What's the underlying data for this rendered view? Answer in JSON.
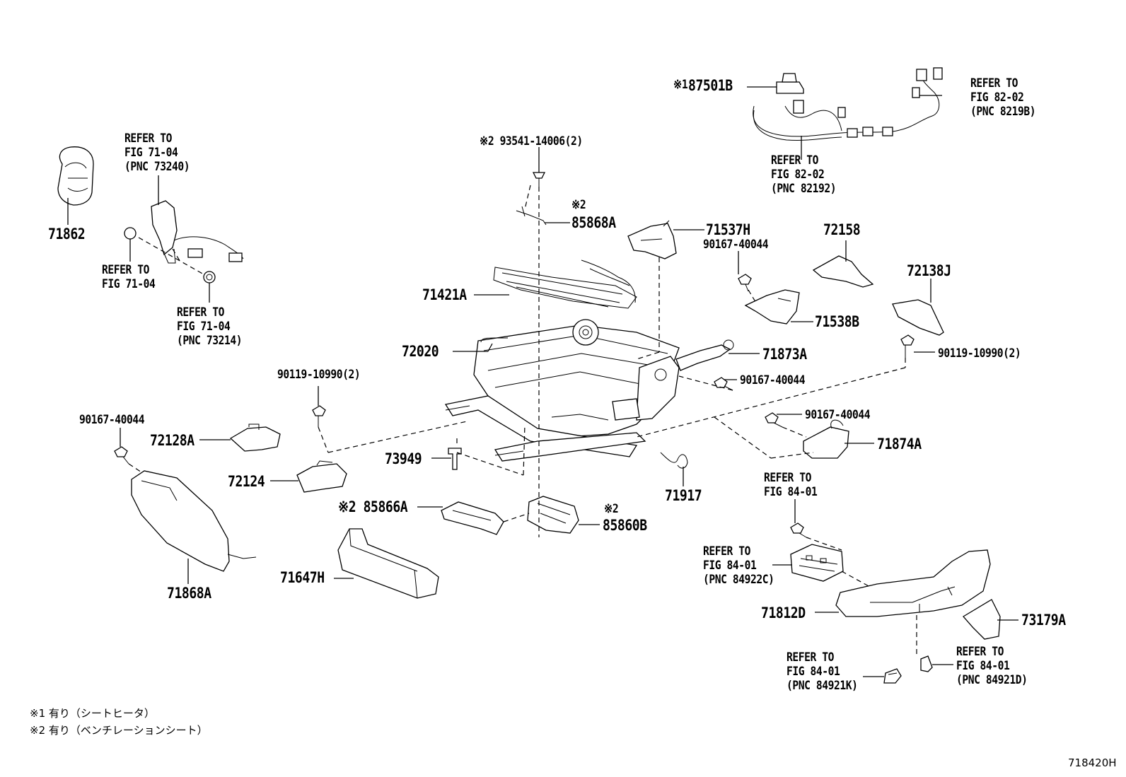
{
  "diagram": {
    "figure_code": "718420H",
    "notes": [
      "※1 有り（シートヒータ）",
      "※2 有り（ベンチレーションシート）"
    ],
    "refs": {
      "r87501b_mark": "※1",
      "r87501b": "87501B",
      "ref_82_02_b": [
        "REFER TO",
        "FIG 82-02",
        "(PNC 8219B)"
      ],
      "ref_82_02_main": [
        "REFER TO",
        "FIG 82-02",
        "(PNC 82192)"
      ],
      "ref_71_04_73240": [
        "REFER TO",
        "FIG 71-04",
        "(PNC 73240)"
      ],
      "ref_71_04_plain": [
        "REFER TO",
        "FIG 71-04"
      ],
      "ref_71_04_73214": [
        "REFER TO",
        "FIG 71-04",
        "(PNC 73214)"
      ],
      "ref_84_01_plain": [
        "REFER TO",
        "FIG 84-01"
      ],
      "ref_84_01_84922c": [
        "REFER TO",
        "FIG 84-01",
        "(PNC 84922C)"
      ],
      "ref_84_01_84921k": [
        "REFER TO",
        "FIG 84-01",
        "(PNC 84921K)"
      ],
      "ref_84_01_84921d": [
        "REFER TO",
        "FIG 84-01",
        "(PNC 84921D)"
      ]
    },
    "parts": {
      "p93541": "※2 93541-14006(2)",
      "p85868a_mark": "※2",
      "p85868a": "85868A",
      "p71537h": "71537H",
      "p72158": "72158",
      "p90167_a": "90167-40044",
      "p72138j": "72138J",
      "p71862": "71862",
      "p71421a": "71421A",
      "p71538b": "71538B",
      "p72020": "72020",
      "p71873a": "71873A",
      "p90119_b": "90119-10990(2)",
      "p90167_b": "90167-40044",
      "p90119_a": "90119-10990(2)",
      "p90167_c": "90167-40044",
      "p90167_d": "90167-40044",
      "p72128a": "72128A",
      "p71874a": "71874A",
      "p73949": "73949",
      "p72124": "72124",
      "p71917": "71917",
      "p85866a": "※2 85866A",
      "p85860b_mark": "※2",
      "p85860b": "85860B",
      "p71868a": "71868A",
      "p71647h": "71647H",
      "p71812d": "71812D",
      "p73179a": "73179A"
    }
  }
}
